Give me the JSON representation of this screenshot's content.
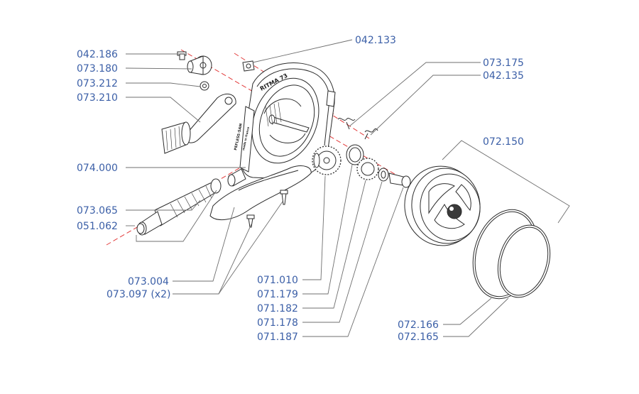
{
  "labels": {
    "p042_186": "042.186",
    "p073_180": "073.180",
    "p073_212": "073.212",
    "p073_210": "073.210",
    "p074_000": "074.000",
    "p073_065": "073.065",
    "p051_062": "051.062",
    "p073_004": "073.004",
    "p073_097": "073.097 (x2)",
    "p042_133": "042.133",
    "p073_175": "073.175",
    "p042_135": "042.135",
    "p072_150": "072.150",
    "p071_010": "071.010",
    "p071_179": "071.179",
    "p071_182": "071.182",
    "p071_178": "071.178",
    "p071_187": "071.187",
    "p072_166": "072.166",
    "p072_165": "072.165"
  },
  "stamps": {
    "brand": "RITMA 73",
    "maker": "PEFLESS-SAM",
    "origin": "made in france"
  },
  "colors": {
    "label": "#3b5fa7",
    "axis": "#e23a3a",
    "leader": "#6f6f6f",
    "line": "#2b2b2b"
  }
}
